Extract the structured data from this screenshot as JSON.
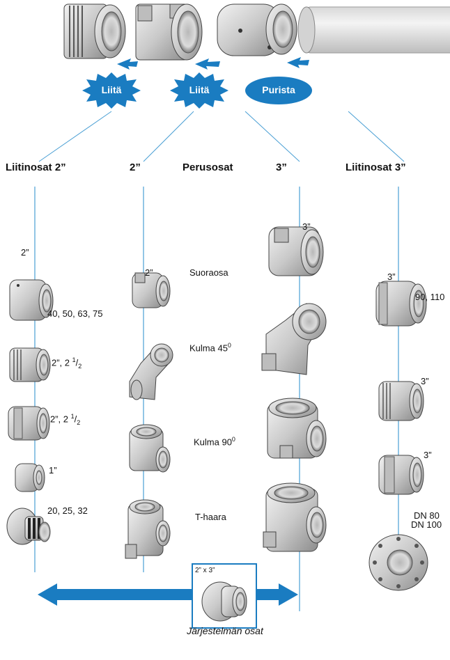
{
  "top": {
    "connect_label_1": "Liitä",
    "connect_label_2": "Liitä",
    "press_label": "Purista"
  },
  "headers": {
    "col1": "Liitinosat 2”",
    "col2": "2”",
    "col3": "Perusosat",
    "col4": "3”",
    "col5": "Liitinosat 3”"
  },
  "col1": {
    "size_label": "2”",
    "item1": "40, 50, 63, 75",
    "item2": "2”, 2 ",
    "item3": "2”, 2 ",
    "item4": "1”",
    "item5": "20, 25, 32",
    "frac_num": "1",
    "frac_den": "2"
  },
  "col2": {
    "size_label": "2”"
  },
  "center_labels": {
    "straight": "Suoraosa",
    "elbow45": "Kulma 45",
    "elbow90": "Kulma 90",
    "tee": "T-haara",
    "degree": "0"
  },
  "col4": {
    "size_label": "3”"
  },
  "col5": {
    "size_label": "3”",
    "item1": "90, 110",
    "item2": "3”",
    "item3": "3”",
    "item4a": "DN 80",
    "item4b": "DN 100"
  },
  "reducer": {
    "label": "2” x 3”"
  },
  "caption": "Järjestelmän osat",
  "colors": {
    "accent": "#1a7cc1",
    "line": "#4a9fd4",
    "metal_light": "#e6e6e6",
    "metal_dark": "#7a7a7a"
  }
}
